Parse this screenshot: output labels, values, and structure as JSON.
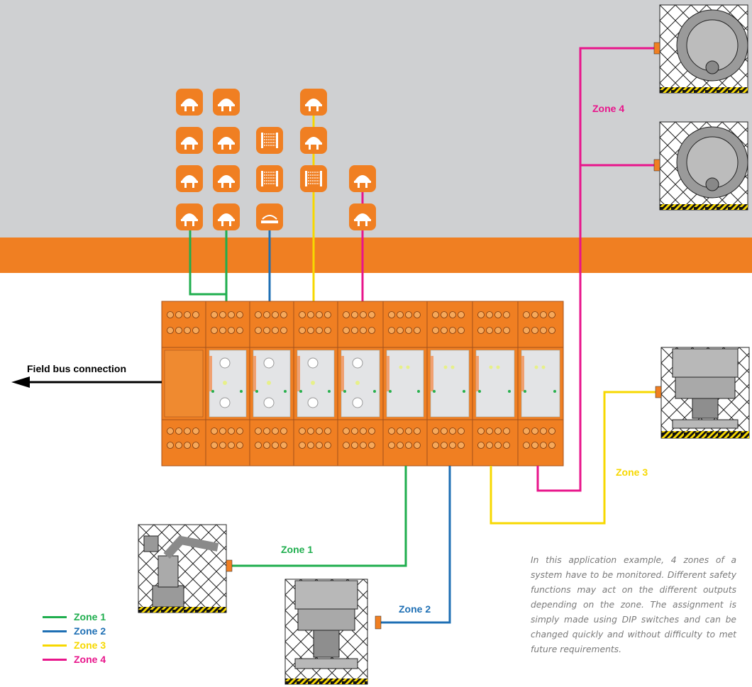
{
  "colors": {
    "zone1": "#1fae4e",
    "zone2": "#1e6fb4",
    "zone3": "#f7d800",
    "zone4": "#e8158b",
    "orange": "#f07f22",
    "background_top": "#cfd0d2"
  },
  "labels": {
    "fieldbus": "Field bus connection",
    "zone1": "Zone 1",
    "zone2": "Zone 2",
    "zone3": "Zone 3",
    "zone4": "Zone 4"
  },
  "legend": [
    {
      "label": "Zone 1",
      "color": "#1fae4e"
    },
    {
      "label": "Zone 2",
      "color": "#1e6fb4"
    },
    {
      "label": "Zone 3",
      "color": "#f7d800"
    },
    {
      "label": "Zone 4",
      "color": "#e8158b"
    }
  ],
  "description": "In this application example, 4 zones of a system have to be monitored. Different safety functions may act on the different outputs depending on the zone. The assignment is simply made using DIP switches and can be changed quickly and without difficulty to met future requirements.",
  "sensors": {
    "column1": [
      "emergency-stop",
      "emergency-stop",
      "emergency-stop",
      "emergency-stop"
    ],
    "column2": [
      "emergency-stop",
      "emergency-stop",
      "emergency-stop",
      "emergency-stop"
    ],
    "column3": [
      "light-curtain",
      "light-curtain",
      "safety-mat"
    ],
    "column4": [
      "emergency-stop",
      "emergency-stop",
      "light-curtain"
    ],
    "column5": [
      "emergency-stop",
      "emergency-stop"
    ]
  },
  "machines": [
    {
      "name": "saw",
      "zone": "Zone 4"
    },
    {
      "name": "saw",
      "zone": "Zone 4"
    },
    {
      "name": "press",
      "zone": "Zone 3"
    },
    {
      "name": "robot",
      "zone": "Zone 1"
    },
    {
      "name": "press",
      "zone": "Zone 2"
    }
  ]
}
